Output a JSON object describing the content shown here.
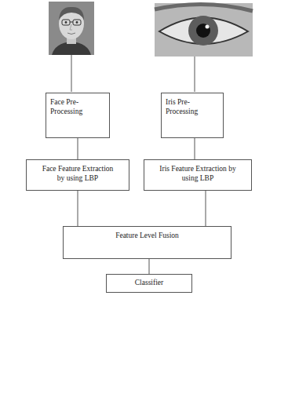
{
  "diagram": {
    "nodes": [
      {
        "text": [
          "Face Pre-Processing"
        ]
      },
      {
        "text": [
          "Iris Pre-Processing"
        ]
      },
      {
        "text": [
          "Face Feature Extraction by using LBP"
        ]
      },
      {
        "text": [
          "Iris Feature Extraction by using LBP"
        ]
      },
      {
        "text": [
          "Feature Level Fusion"
        ]
      },
      {
        "text": [
          "Classifier"
        ]
      }
    ],
    "edges": [
      {
        "from": 0,
        "to": 2,
        "arrow": "none"
      },
      {
        "from": 1,
        "to": 3,
        "arrow": "none"
      },
      {
        "from": 2,
        "to": 4,
        "arrow": "none"
      },
      {
        "from": 3,
        "to": 4,
        "arrow": "none"
      },
      {
        "from": 4,
        "to": 5,
        "arrow": "none"
      }
    ]
  }
}
